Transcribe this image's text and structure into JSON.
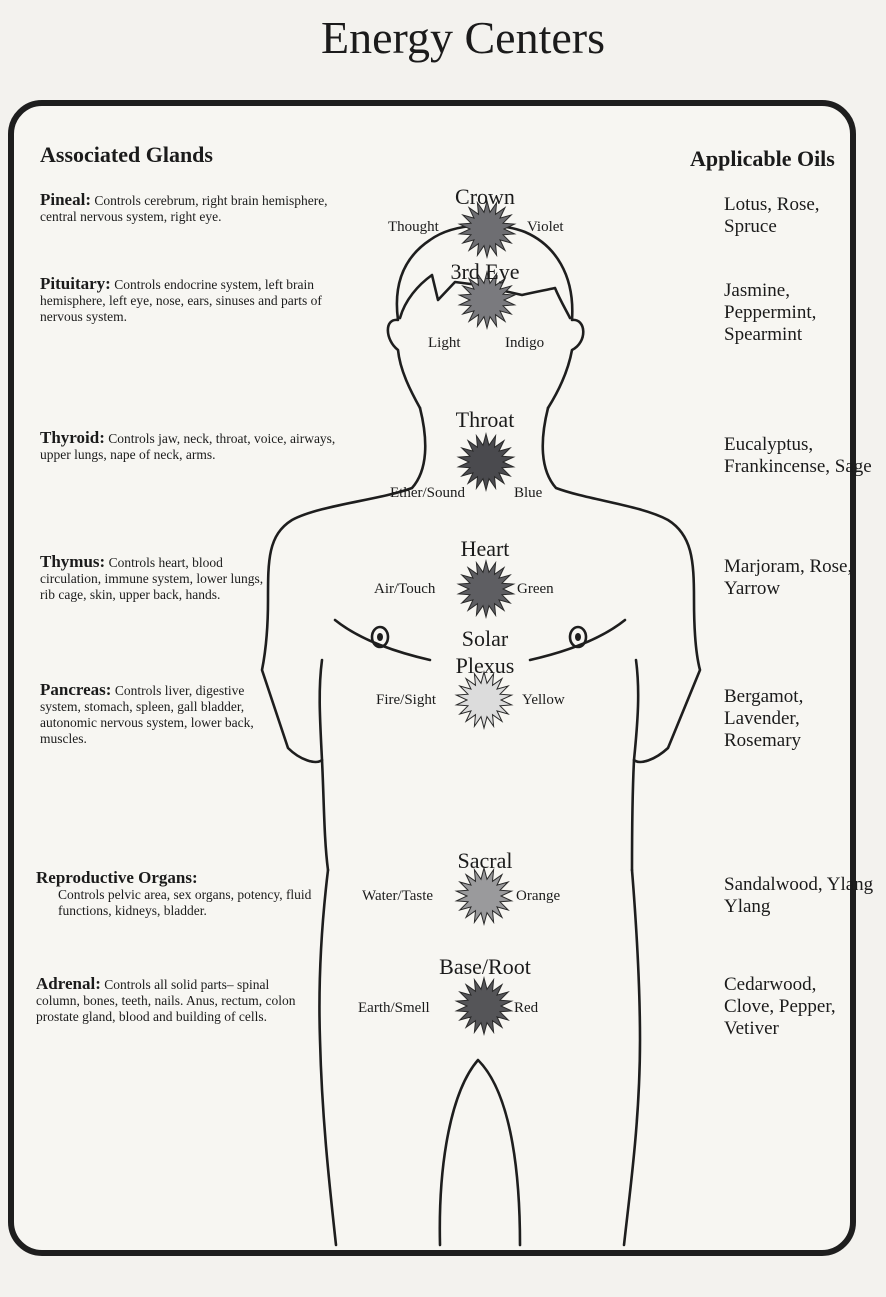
{
  "title": "Energy Centers",
  "headings": {
    "glands": "Associated Glands",
    "oils": "Applicable Oils"
  },
  "glands": [
    {
      "name": "Pineal:",
      "desc": "Controls cerebrum, right brain hemisphere, central nervous system, right eye."
    },
    {
      "name": "Pituitary:",
      "desc": "Controls endocrine system, left brain hemisphere, left eye, nose, ears, sinuses and parts of nervous system."
    },
    {
      "name": "Thyroid:",
      "desc": "Controls jaw, neck, throat, voice, airways, upper lungs, nape of neck, arms."
    },
    {
      "name": "Thymus:",
      "desc": "Controls heart, blood circulation, immune system, lower lungs, rib cage, skin, upper back, hands."
    },
    {
      "name": "Pancreas:",
      "desc": "Controls liver, digestive system, stomach, spleen, gall bladder, autonomic nervous system, lower back, muscles."
    },
    {
      "name": "Reproductive Organs:",
      "desc": "Controls pelvic area, sex organs, potency, fluid functions, kidneys, bladder."
    },
    {
      "name": "Adrenal:",
      "desc": "Controls all solid parts– spinal column, bones, teeth, nails. Anus, rectum, colon prostate gland, blood and building of cells."
    }
  ],
  "chakras": [
    {
      "name": "Crown",
      "left": "Thought",
      "right": "Violet",
      "color": "#6e6e72"
    },
    {
      "name": "3rd Eye",
      "left": "Light",
      "right": "Indigo",
      "color": "#7a7a7e"
    },
    {
      "name": "Throat",
      "left": "Ether/Sound",
      "right": "Blue",
      "color": "#4a4a4e"
    },
    {
      "name": "Heart",
      "left": "Air/Touch",
      "right": "Green",
      "color": "#5e5e62"
    },
    {
      "name": "Solar Plexus",
      "name_line1": "Solar",
      "name_line2": "Plexus",
      "left": "Fire/Sight",
      "right": "Yellow",
      "color": "#dcdcdc"
    },
    {
      "name": "Sacral",
      "left": "Water/Taste",
      "right": "Orange",
      "color": "#9a9a9c"
    },
    {
      "name": "Base/Root",
      "left": "Earth/Smell",
      "right": "Red",
      "color": "#555558"
    }
  ],
  "oils": [
    "Lotus, Rose, Spruce",
    "Jasmine, Peppermint, Spearmint",
    "Eucalyptus, Frankincense, Sage",
    "Marjoram, Rose, Yarrow",
    "Bergamot, Lavender, Rosemary",
    "Sandalwood, Ylang Ylang",
    "Cedarwood, Clove, Pepper, Vetiver"
  ]
}
